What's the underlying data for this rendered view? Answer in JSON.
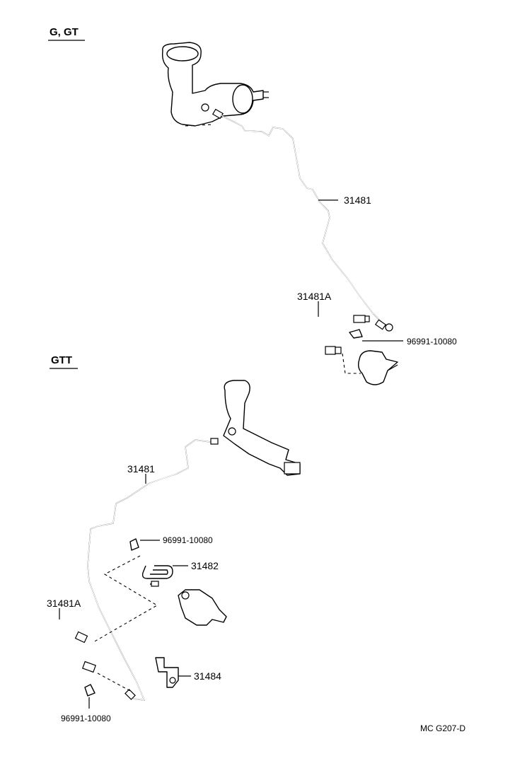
{
  "sections": {
    "g_gt": {
      "header": "G, GT",
      "labels": {
        "tube": "31481",
        "hose": "31481A",
        "clip": "96991-10080"
      }
    },
    "gtt": {
      "header": "GTT",
      "labels": {
        "tube": "31481",
        "clip_upper": "96991-10080",
        "tube_short": "31482",
        "hose": "31481A",
        "bracket": "31484",
        "clip_lower": "96991-10080"
      }
    }
  },
  "diagram_code": "MC G207-D"
}
